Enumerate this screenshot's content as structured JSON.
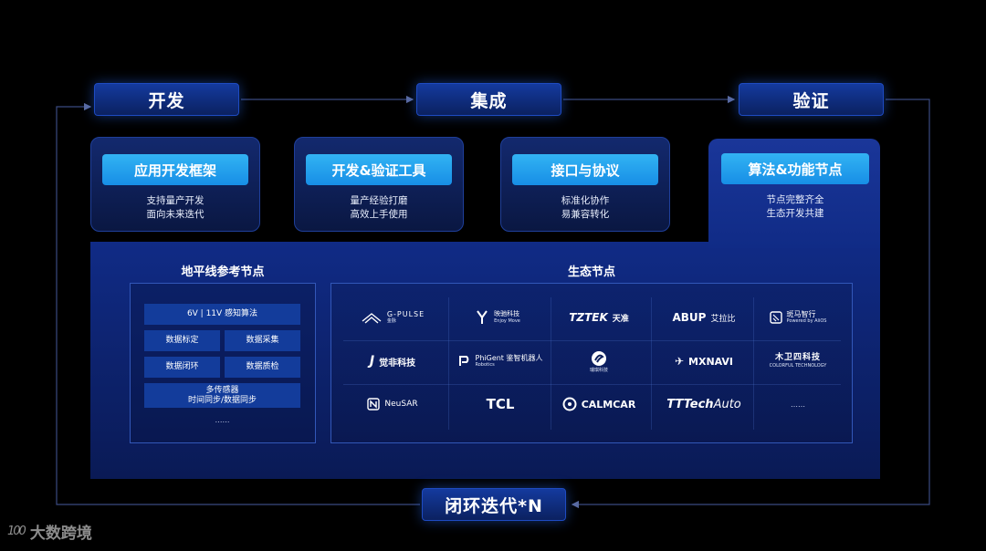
{
  "stages": {
    "develop": "开发",
    "integrate": "集成",
    "verify": "验证",
    "loop": "闭环迭代*N"
  },
  "cards": [
    {
      "title": "应用开发框架",
      "lines": [
        "支持量产开发",
        "面向未来迭代"
      ]
    },
    {
      "title": "开发&验证工具",
      "lines": [
        "量产经验打磨",
        "高效上手使用"
      ]
    },
    {
      "title": "接口与协议",
      "lines": [
        "标准化协作",
        "易兼容转化"
      ]
    },
    {
      "title": "算法&功能节点",
      "lines": [
        "节点完整齐全",
        "生态开发共建"
      ]
    }
  ],
  "horizon": {
    "title": "地平线参考节点",
    "items": [
      "6V | 11V 感知算法",
      "数据标定",
      "数据采集",
      "数据闭环",
      "数据质检",
      "多传感器",
      "时间同步/数据同步",
      "……"
    ]
  },
  "eco": {
    "title": "生态节点",
    "logos": {
      "gpulse": {
        "name": "G-PULSE",
        "sub": "金脉"
      },
      "enjoymove": {
        "name": "映驰科技",
        "sub": "Enjoy Move"
      },
      "tztek": {
        "name": "TZTEK",
        "cn": "天准"
      },
      "abup": {
        "name": "ABUP",
        "cn": "艾拉比"
      },
      "zebra": {
        "name": "斑马智行",
        "sub": "Powered by AliOS"
      },
      "juefei": {
        "name": "觉非科技"
      },
      "phigent": {
        "name": "PhiGent",
        "cn": "鉴智机器人",
        "sub": "Robotics"
      },
      "ruiqi": {
        "name": "瑞琪科技"
      },
      "mxnavi": {
        "name": "MXNAVI"
      },
      "colorful": {
        "name": "木卫四科技",
        "sub": "COLORFUL TECHNOLOGY"
      },
      "neusar": {
        "name": "NeuSAR"
      },
      "tcl": {
        "name": "TCL"
      },
      "calmcar": {
        "name": "CALMCAR"
      },
      "ttech": {
        "name": "TTTech",
        "suffix": "Auto"
      },
      "more": {
        "name": "……"
      }
    }
  },
  "watermark": {
    "logo": "100",
    "text": "大数跨境"
  },
  "colors": {
    "background": "#000000",
    "stage": "#12318c",
    "card_title": "#2aa4ef",
    "panel": "#0e2470",
    "cell": "#133c9b",
    "line": "#3a4a80"
  }
}
